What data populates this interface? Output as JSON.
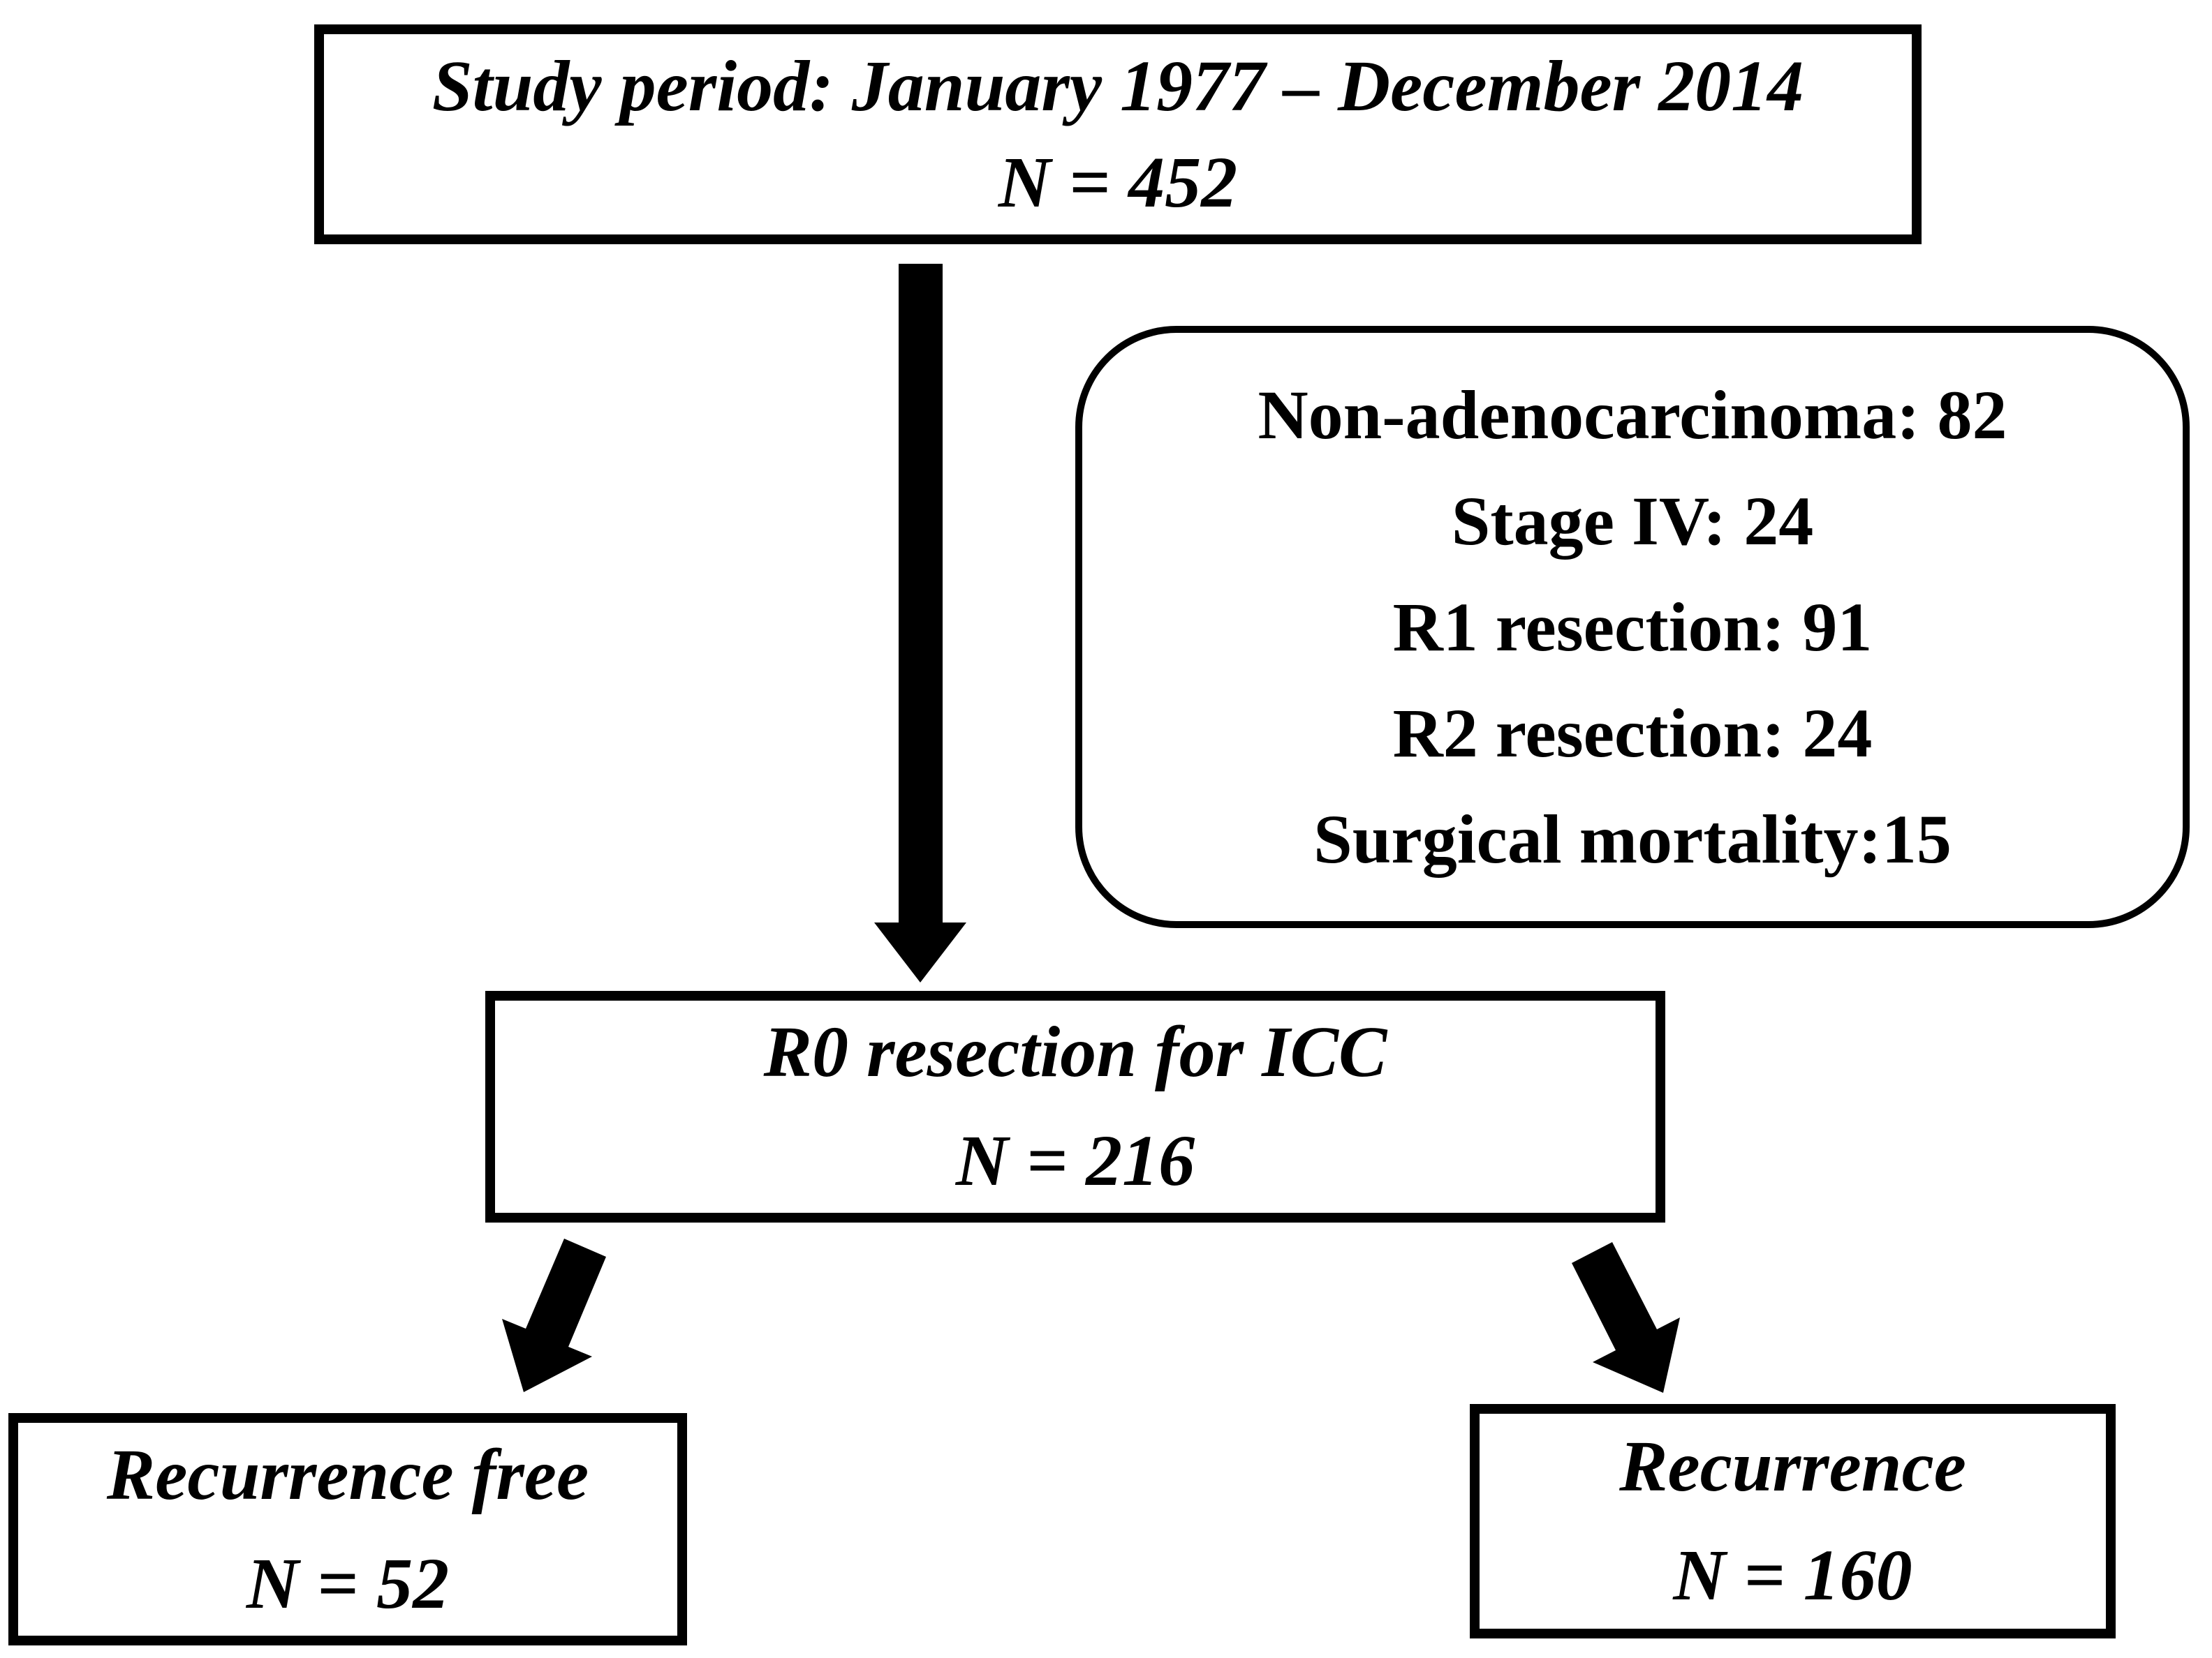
{
  "flowchart": {
    "colors": {
      "ink": "#000000",
      "background": "#ffffff"
    },
    "study_box": {
      "line1": "Study period: January 1977 – December 2014",
      "line2": "N = 452"
    },
    "exclusions_box": {
      "lines": [
        "Non-adenocarcinoma: 82",
        "Stage IV: 24",
        "R1 resection: 91",
        "R2 resection: 24",
        "Surgical mortality:15"
      ]
    },
    "r0_box": {
      "line1": "R0 resection for ICC",
      "line2": "N = 216"
    },
    "recurrence_free_box": {
      "line1": "Recurrence free",
      "line2": "N = 52"
    },
    "recurrence_box": {
      "line1": "Recurrence",
      "line2": "N = 160"
    },
    "icons": {
      "down_arrow": "down-arrow-icon",
      "down_left_arrow": "down-left-arrow-icon",
      "down_right_arrow": "down-right-arrow-icon"
    }
  }
}
